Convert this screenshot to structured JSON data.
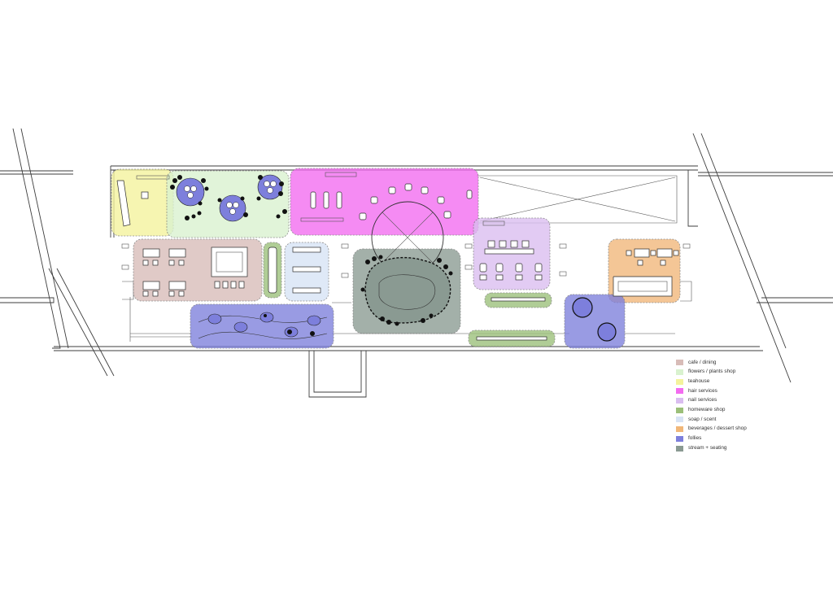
{
  "legend": {
    "items": [
      {
        "label": "cafe / dining",
        "color": "#d8bcb8"
      },
      {
        "label": "flowers / plants shop",
        "color": "#d9f2cf"
      },
      {
        "label": "teahouse",
        "color": "#f4f39c"
      },
      {
        "label": "hair services",
        "color": "#f36bf0"
      },
      {
        "label": "nail services",
        "color": "#dabdf0"
      },
      {
        "label": "homeware shop",
        "color": "#9bbf79"
      },
      {
        "label": "soap / scent",
        "color": "#d7e3f5"
      },
      {
        "label": "beverages / dessert shop",
        "color": "#f1b779"
      },
      {
        "label": "follies",
        "color": "#7d7fdc"
      },
      {
        "label": "stream + seating",
        "color": "#8a9a92"
      }
    ]
  }
}
